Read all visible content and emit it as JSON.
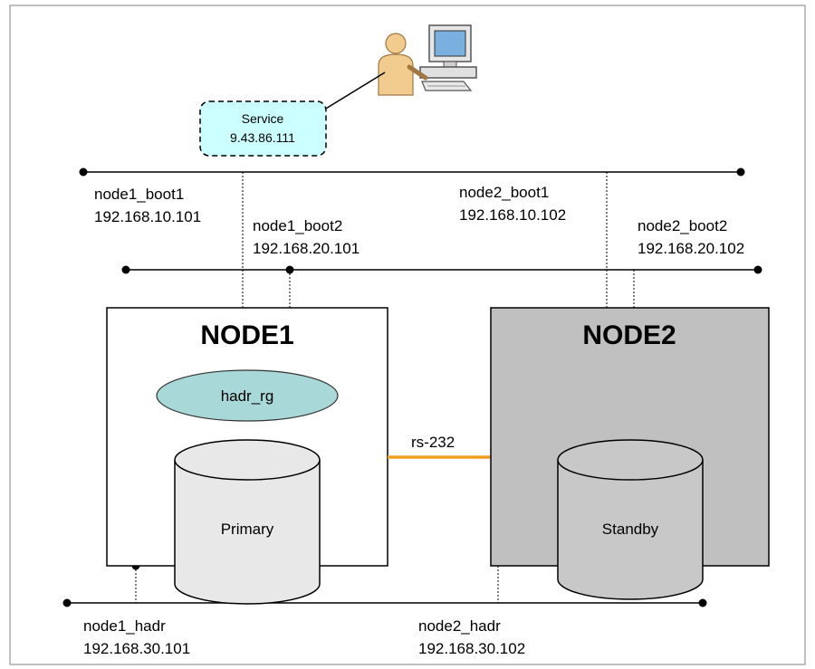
{
  "service": {
    "label": "Service",
    "ip": "9.43.86.111"
  },
  "networks": {
    "boot1": {
      "node1": {
        "name": "node1_boot1",
        "ip": "192.168.10.101"
      },
      "node2": {
        "name": "node2_boot1",
        "ip": "192.168.10.102"
      }
    },
    "boot2": {
      "node1": {
        "name": "node1_boot2",
        "ip": "192.168.20.101"
      },
      "node2": {
        "name": "node2_boot2",
        "ip": "192.168.20.102"
      }
    },
    "hadr": {
      "node1": {
        "name": "node1_hadr",
        "ip": "192.168.30.101"
      },
      "node2": {
        "name": "node2_hadr",
        "ip": "192.168.30.102"
      }
    }
  },
  "nodes": {
    "node1": {
      "title": "NODE1",
      "resource_group": "hadr_rg",
      "database": "Primary"
    },
    "node2": {
      "title": "NODE2",
      "database": "Standby"
    }
  },
  "serial_link": {
    "label": "rs-232"
  },
  "colors": {
    "service_fill": "#ccffff",
    "resource_group_fill": "#a8d8d8",
    "node2_fill": "#c0c0c0",
    "primary_db_fill": "#e8e8e8",
    "standby_db_fill": "#c8c8c8",
    "serial_link": "#f0a020",
    "line": "#000000"
  }
}
